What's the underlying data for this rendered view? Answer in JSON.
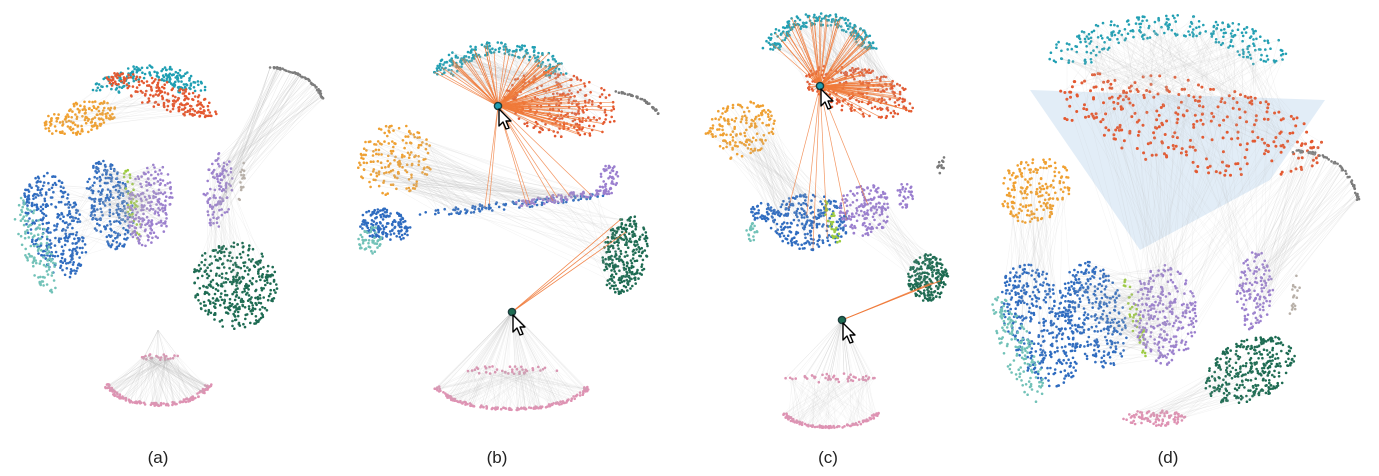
{
  "panels": [
    {
      "label": "(a)"
    },
    {
      "label": "(b)"
    },
    {
      "label": "(c)"
    },
    {
      "label": "(d)"
    }
  ],
  "cluster_colors": {
    "teal": "#1f9fb3",
    "orange_red": "#e4572e",
    "orange": "#f0a030",
    "blue": "#2f6cc0",
    "light_teal": "#72c2b8",
    "lime": "#9ccc3c",
    "purple": "#9b7fcf",
    "dark_green": "#1d6b52",
    "pink": "#df92b3",
    "gray": "#7a7a7a",
    "light_gray": "#b8b0a8",
    "edge": "#b9b9b9",
    "highlight_edge": "#f07a3a",
    "focus_region": "#d6e6f3"
  },
  "icons": {
    "pointer": "cursor-arrow-icon"
  }
}
